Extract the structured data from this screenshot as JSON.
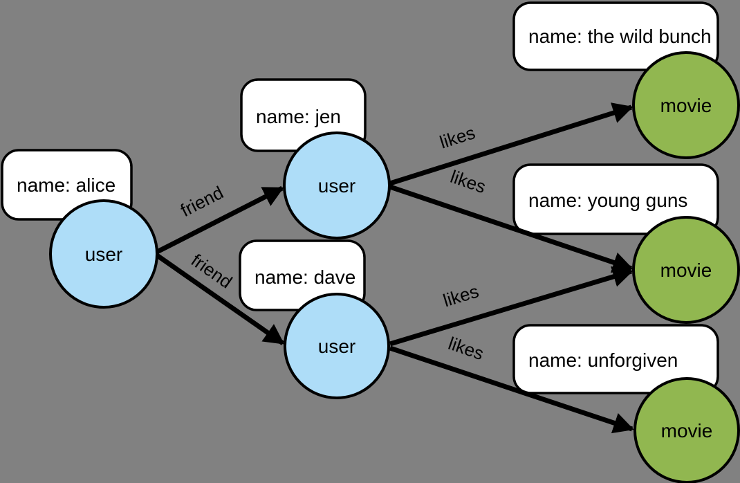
{
  "diagram": {
    "type": "property-graph",
    "background": "#818181",
    "colors": {
      "user_node": "#aeddf8",
      "movie_node": "#91b750",
      "label_box": "#ffffff",
      "outline": "#000000",
      "edge": "#000000"
    },
    "nodes": [
      {
        "id": "alice",
        "label": "user",
        "type": "user",
        "property": "name: alice"
      },
      {
        "id": "jen",
        "label": "user",
        "type": "user",
        "property": "name: jen"
      },
      {
        "id": "dave",
        "label": "user",
        "type": "user",
        "property": "name: dave"
      },
      {
        "id": "the-wild-bunch",
        "label": "movie",
        "type": "movie",
        "property": "name: the wild bunch"
      },
      {
        "id": "young-guns",
        "label": "movie",
        "type": "movie",
        "property": "name: young guns"
      },
      {
        "id": "unforgiven",
        "label": "movie",
        "type": "movie",
        "property": "name: unforgiven"
      }
    ],
    "edges": [
      {
        "from": "alice",
        "to": "jen",
        "label": "friend"
      },
      {
        "from": "alice",
        "to": "dave",
        "label": "friend"
      },
      {
        "from": "jen",
        "to": "the-wild-bunch",
        "label": "likes"
      },
      {
        "from": "jen",
        "to": "young-guns",
        "label": "likes"
      },
      {
        "from": "dave",
        "to": "young-guns",
        "label": "likes"
      },
      {
        "from": "dave",
        "to": "unforgiven",
        "label": "likes"
      }
    ]
  }
}
